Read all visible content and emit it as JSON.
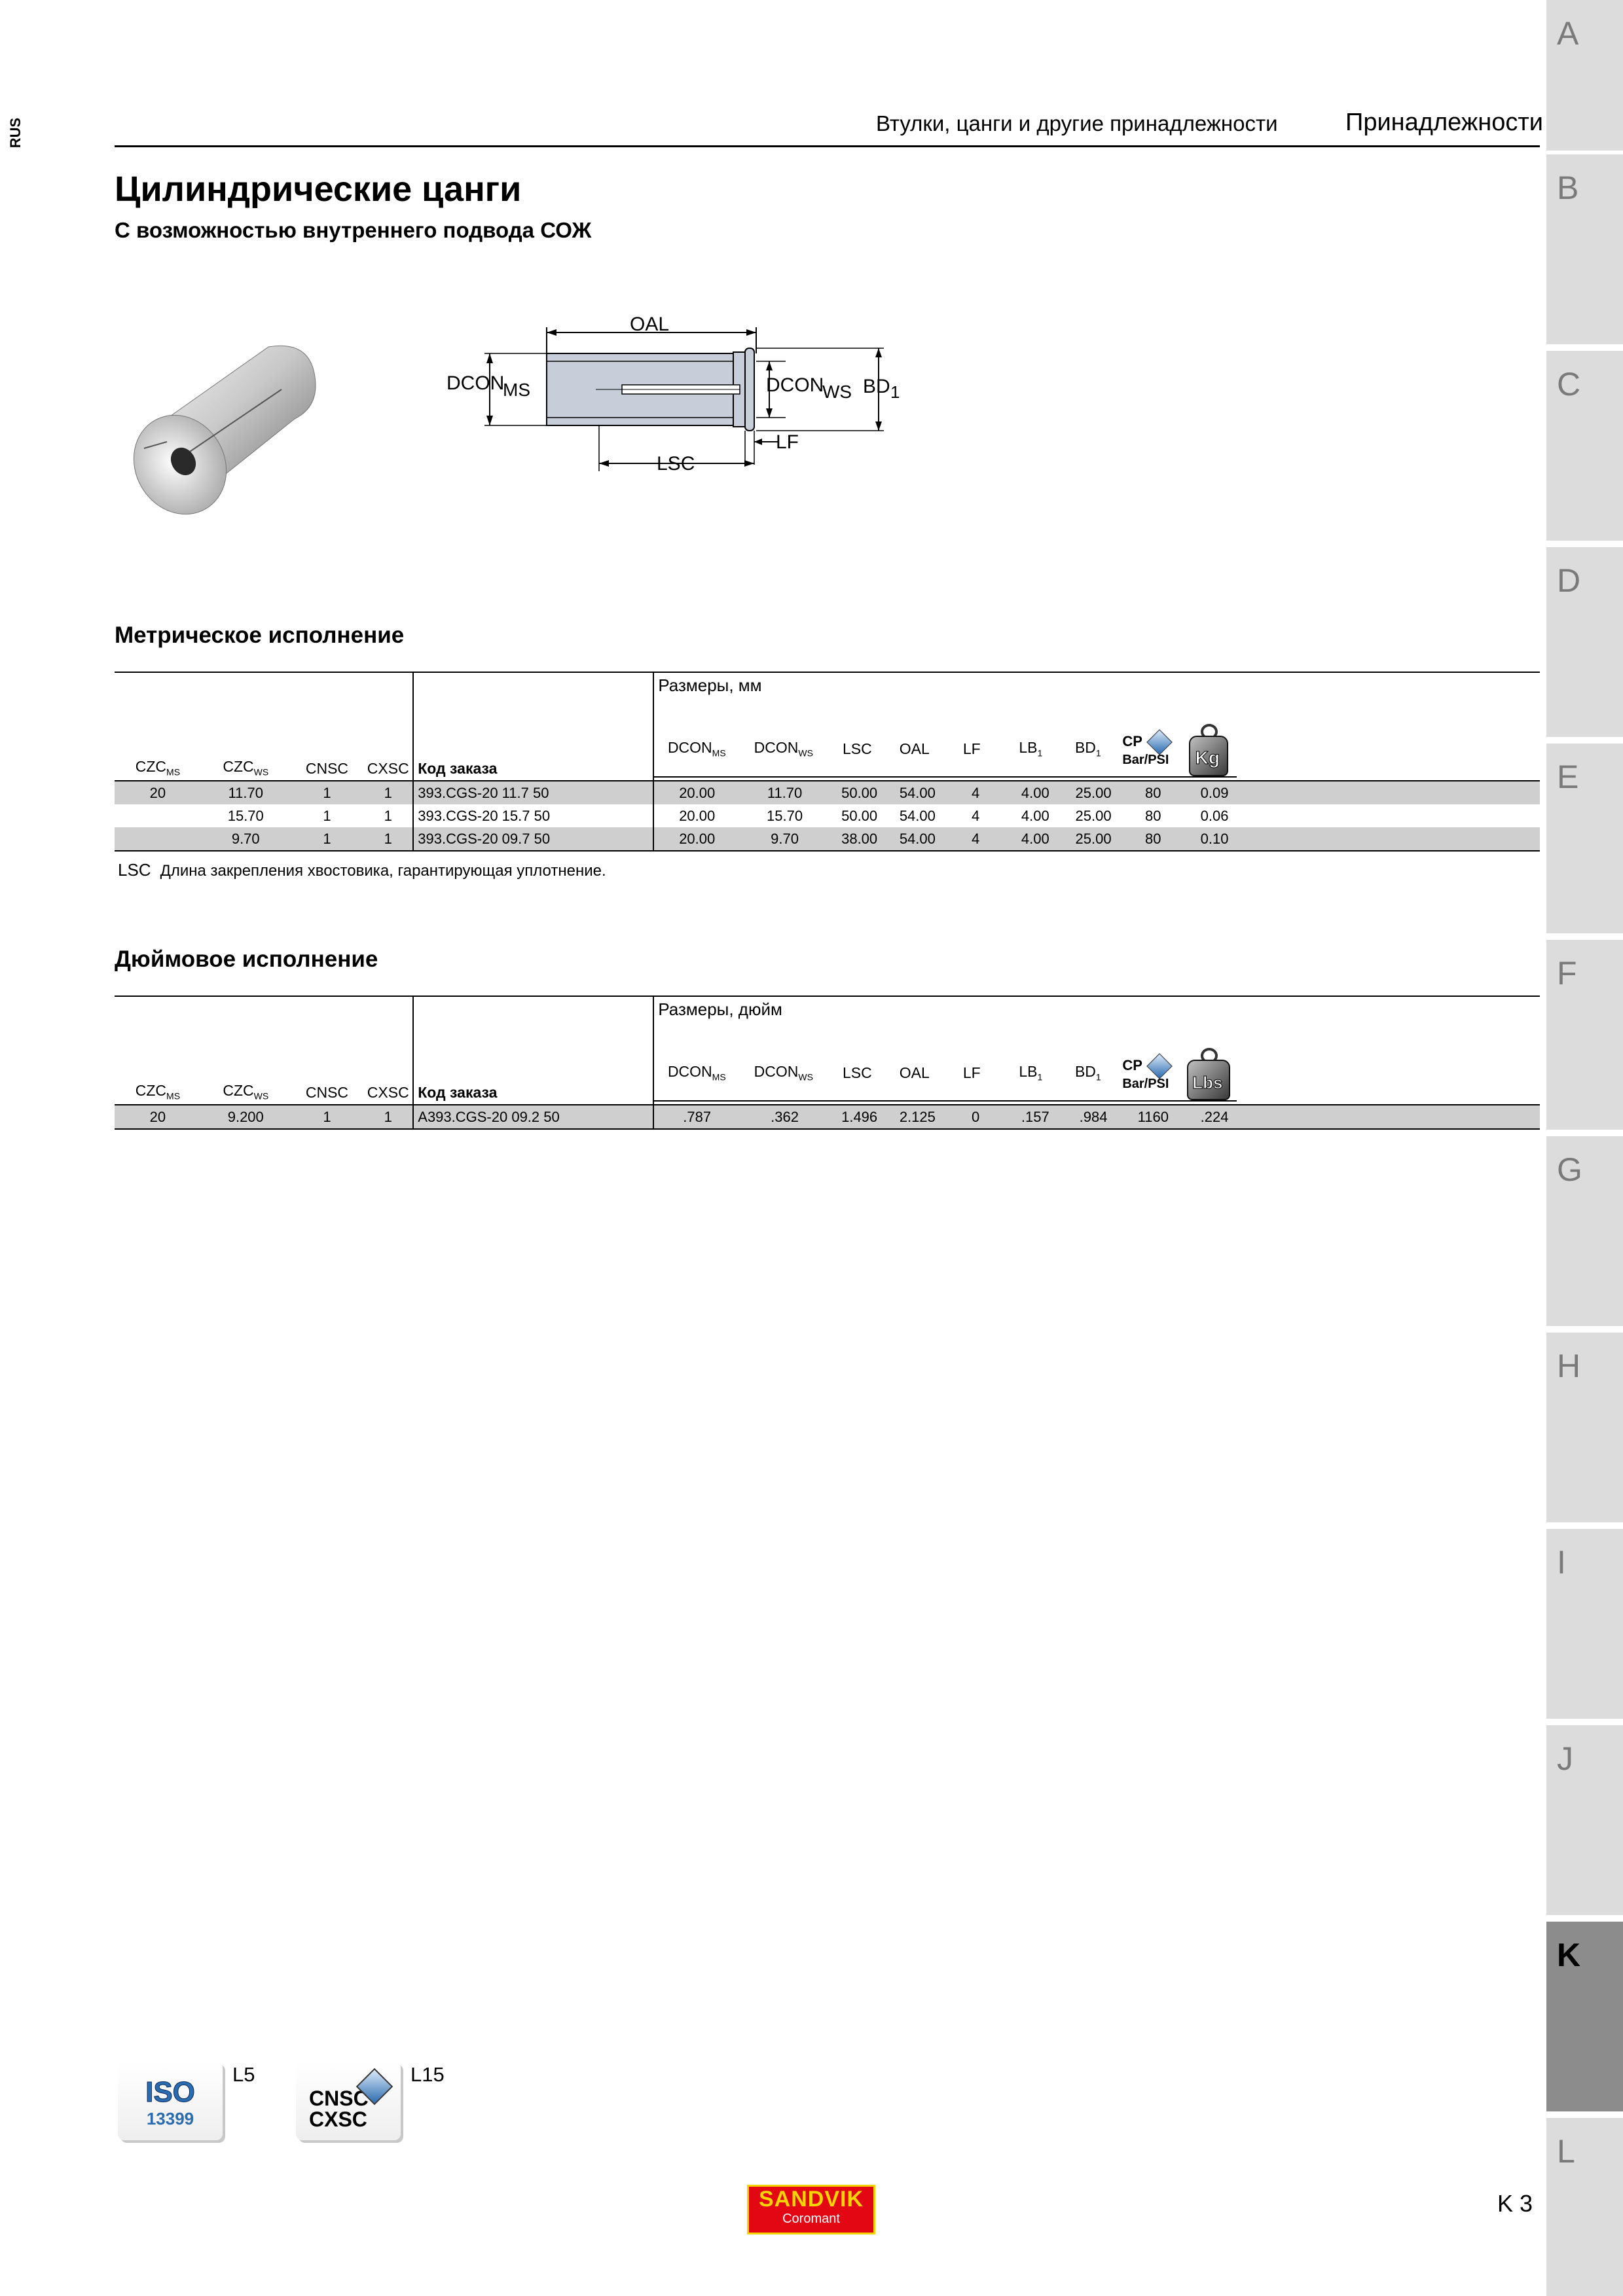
{
  "language_tag": "RUS",
  "header": {
    "section": "Втулки, цанги и другие принадлежности",
    "chapter": "Принадлежности"
  },
  "title": "Цилиндрические цанги",
  "subtitle": "С возможностью внутреннего подвода СОЖ",
  "drawing": {
    "labels": {
      "oal": "OAL",
      "dcon_ms": "DCON",
      "dcon_ms_sub": "MS",
      "dcon_ws": "DCON",
      "dcon_ws_sub": "WS",
      "bd": "BD",
      "bd_sub": "1",
      "lf": "LF",
      "lsc": "LSC"
    }
  },
  "tabs": [
    "A",
    "B",
    "C",
    "D",
    "E",
    "F",
    "G",
    "H",
    "I",
    "J",
    "K",
    "L"
  ],
  "active_tab": "K",
  "metric": {
    "section_title": "Метрическое исполнение",
    "group_label": "Размеры, мм",
    "columns": [
      "CZC",
      "CZC",
      "CNSC",
      "CXSC",
      "Код заказа",
      "DCON",
      "DCON",
      "LSC",
      "OAL",
      "LF",
      "LB",
      "BD"
    ],
    "column_subs": [
      "MS",
      "WS",
      "",
      "",
      "",
      "MS",
      "WS",
      "",
      "",
      "",
      "1",
      "1"
    ],
    "cp_label": "CP",
    "bar_psi_label": "Bar/PSI",
    "weight_label": "Kg",
    "rows": [
      [
        "20",
        "11.70",
        "1",
        "1",
        "393.CGS-20 11.7 50",
        "20.00",
        "11.70",
        "50.00",
        "54.00",
        "4",
        "4.00",
        "25.00",
        "80",
        "0.09"
      ],
      [
        "",
        "15.70",
        "1",
        "1",
        "393.CGS-20 15.7 50",
        "20.00",
        "15.70",
        "50.00",
        "54.00",
        "4",
        "4.00",
        "25.00",
        "80",
        "0.06"
      ],
      [
        "",
        "9.70",
        "1",
        "1",
        "393.CGS-20 09.7 50",
        "20.00",
        "9.70",
        "38.00",
        "54.00",
        "4",
        "4.00",
        "25.00",
        "80",
        "0.10"
      ]
    ],
    "footnote_key": "LSC",
    "footnote_text": "Длина закрепления хвостовика, гарантирующая уплотнение."
  },
  "inch": {
    "section_title": "Дюймовое исполнение",
    "group_label": "Размеры, дюйм",
    "cp_label": "CP",
    "bar_psi_label": "Bar/PSI",
    "weight_label": "Lbs",
    "rows": [
      [
        "20",
        "9.200",
        "1",
        "1",
        "A393.CGS-20 09.2 50",
        ".787",
        ".362",
        "1.496",
        "2.125",
        "0",
        ".157",
        ".984",
        "1160",
        ".224"
      ]
    ]
  },
  "footer": {
    "iso_label": "ISO",
    "iso_number": "13399",
    "iso_ref": "L5",
    "cnsc_label": "CNSC",
    "cxsc_label": "CXSC",
    "cnsc_ref": "L15",
    "brand": "SANDVIK",
    "brand_sub": "Coromant",
    "page_number": "K 3"
  },
  "colors": {
    "brand_red": "#e30613",
    "brand_yellow": "#f6d400",
    "tab_grey": "#dcdcdc",
    "tab_active": "#8c8c8c",
    "row_grey": "#cfcfcf",
    "icon_blue": "#2b6cb0"
  }
}
